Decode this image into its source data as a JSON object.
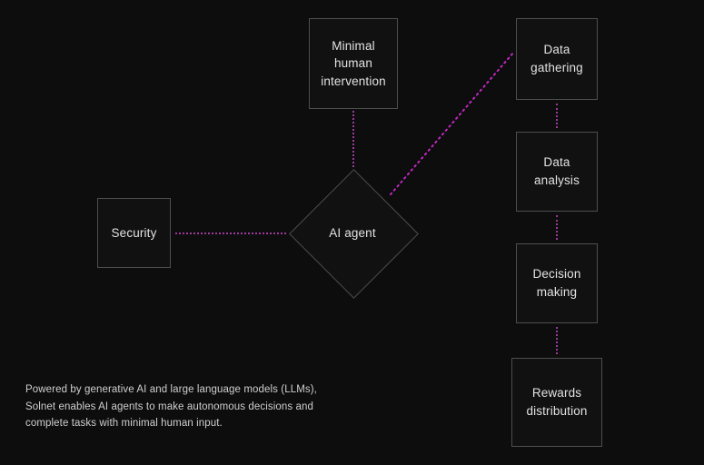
{
  "diagram": {
    "background_color": "#0d0d0d",
    "node_border_color": "#4e4e4e",
    "node_fill_color": "#111111",
    "text_color": "#e2e2e2",
    "connector_color": "#9c3a9c",
    "connector_accent_color": "#c328c3",
    "nodes": [
      {
        "id": "minimal-human-intervention",
        "label": "Minimal\nhuman\nintervention",
        "shape": "rect"
      },
      {
        "id": "data-gathering",
        "label": "Data\ngathering",
        "shape": "rect"
      },
      {
        "id": "data-analysis",
        "label": "Data\nanalysis",
        "shape": "rect"
      },
      {
        "id": "decision-making",
        "label": "Decision\nmaking",
        "shape": "rect"
      },
      {
        "id": "rewards-distribution",
        "label": "Rewards\ndistribution",
        "shape": "rect"
      },
      {
        "id": "security",
        "label": "Security",
        "shape": "rect"
      },
      {
        "id": "ai-agent",
        "label": "AI agent",
        "shape": "diamond"
      }
    ],
    "edges": [
      {
        "from": "minimal-human-intervention",
        "to": "ai-agent",
        "style": "dotted",
        "orientation": "vertical"
      },
      {
        "from": "security",
        "to": "ai-agent",
        "style": "dotted",
        "orientation": "horizontal"
      },
      {
        "from": "ai-agent",
        "to": "data-gathering",
        "style": "dotted",
        "orientation": "diagonal"
      },
      {
        "from": "data-gathering",
        "to": "data-analysis",
        "style": "dotted",
        "orientation": "vertical"
      },
      {
        "from": "data-analysis",
        "to": "decision-making",
        "style": "dotted",
        "orientation": "vertical"
      },
      {
        "from": "decision-making",
        "to": "rewards-distribution",
        "style": "dotted",
        "orientation": "vertical"
      }
    ]
  },
  "caption": {
    "text": "Powered by generative AI and large language models (LLMs),\nSolnet enables AI agents to make autonomous decisions and\ncomplete tasks with minimal human input."
  }
}
